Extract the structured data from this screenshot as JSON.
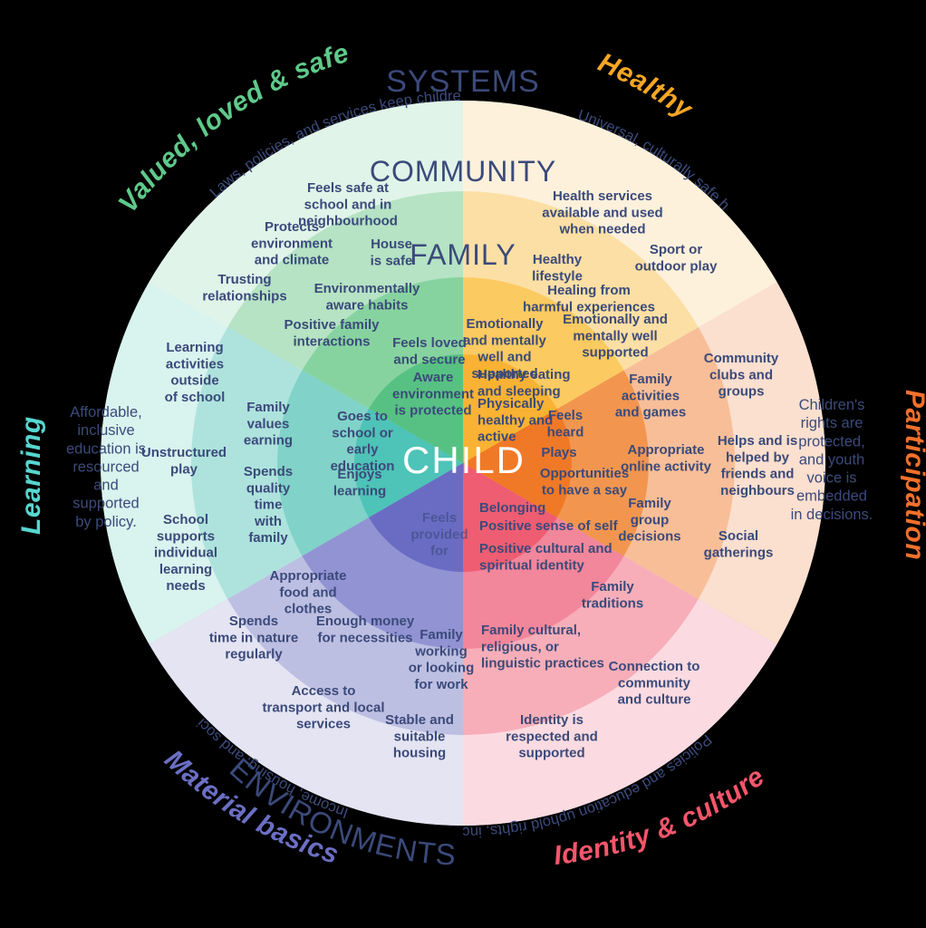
{
  "diagram": {
    "title": "CHILD",
    "center_label": "CHILD",
    "ring_titles": {
      "family": "FAMILY",
      "community": "COMMUNITY",
      "systems": "SYSTEMS",
      "environments": "ENVIRONMENTS"
    },
    "colors": {
      "text_navy": "#3b4a7a",
      "green_tag": "#5fc98a",
      "orange_tag": "#f5a623",
      "teal_tag": "#56d6d0",
      "purple_tag": "#6b6fc4",
      "red_tag": "#f4566b",
      "deep_orange_tag": "#f4702a",
      "center_text": "#ffffff"
    },
    "outer_tags": [
      {
        "name": "valued-loved-safe",
        "text": "Valued, loved & safe",
        "color": "#5fc98a"
      },
      {
        "name": "healthy",
        "text": "Healthy",
        "color": "#f5a623"
      },
      {
        "name": "participation",
        "text": "Participation",
        "color": "#f4702a"
      },
      {
        "name": "identity-culture",
        "text": "Identity & culture",
        "color": "#f4566b"
      },
      {
        "name": "material-basics",
        "text": "Material basics",
        "color": "#6b6fc4"
      },
      {
        "name": "learning",
        "text": "Learning",
        "color": "#56d6d0"
      }
    ],
    "sectors": [
      {
        "id": "valued-loved-safe",
        "tag": "Valued, loved & safe",
        "child": [
          "Feels loved and secure",
          "Aware environment is protected"
        ],
        "family": [
          "Positive family interactions",
          "Environmentally aware habits"
        ],
        "community": [
          "Protects environment and climate",
          "Feels safe at school and in neighbourhood",
          "House is safe",
          "Trusting relationships"
        ],
        "systems": "Laws, policies, and services keep children safe and supported."
      },
      {
        "id": "healthy",
        "tag": "Healthy",
        "child": [
          "Emotionally and mentally well and supported",
          "Healthy eating and sleeping",
          "Physically healthy and active"
        ],
        "family": [
          "Healthy lifestyle",
          "Healing from harmful experiences",
          "Emotionally and mentally well supported"
        ],
        "community": [
          "Health services available and used when needed",
          "Sport or outdoor play"
        ],
        "systems": "Universal, culturally safe health care and safe environments are ensured."
      },
      {
        "id": "participation",
        "tag": "Participation",
        "child": [
          "Feels heard",
          "Plays",
          "Opportunities to have a say"
        ],
        "family": [
          "Family activities and games",
          "Appropriate online activity",
          "Family group decisions"
        ],
        "community": [
          "Community clubs and groups",
          "Helps and is helped by friends and neighbours",
          "Social gatherings"
        ],
        "systems": "Children's rights are protected, and youth voice is embedded in decisions."
      },
      {
        "id": "identity-culture",
        "tag": "Identity & culture",
        "child": [
          "Belonging",
          "Positive sense of self",
          "Positive cultural and spiritual identity"
        ],
        "family": [
          "Family traditions",
          "Family cultural, religious, or linguistic practices"
        ],
        "community": [
          "Connection to community and culture",
          "Identity is respected and supported"
        ],
        "systems": "Policies and education uphold rights, inclusion, and cultural safety."
      },
      {
        "id": "material-basics",
        "tag": "Material basics",
        "child": [
          "Feels provided for"
        ],
        "family": [
          "Appropriate food and clothes",
          "Enough money for necessities",
          "Family working or looking for work"
        ],
        "community": [
          "Spends time in nature regularly",
          "Access to transport and local services",
          "Stable and suitable housing"
        ],
        "systems": "Income, housing, and social protections keep children out of poverty."
      },
      {
        "id": "learning",
        "tag": "Learning",
        "child": [
          "Goes to school or early education",
          "Enjoys learning"
        ],
        "family": [
          "Family values earning",
          "Spends quality time with family"
        ],
        "community": [
          "Learning activities outside of school",
          "Unstructured play",
          "School supports individual learning needs"
        ],
        "systems": "Affordable, inclusive education is resourced and supported by policy."
      }
    ],
    "labels": {
      "feels_safe_school": "Feels safe at\nschool and in\nneighbourhood",
      "protects_env": "Protects\nenvironment\nand climate",
      "house_is_safe": "House\nis safe",
      "trusting": "Trusting\nrelationships",
      "env_aware": "Environmentally\naware habits",
      "positive_family": "Positive family\ninteractions",
      "feels_loved": "Feels loved\nand secure",
      "aware_env": "Aware\nenvironment\nis protected",
      "learning_outside": "Learning\nactivities\noutside\nof school",
      "unstructured_play": "Unstructured\nplay",
      "school_supports": "School\nsupports\nindividual\nlearning\nneeds",
      "family_values": "Family\nvalues\nearning",
      "spends_quality": "Spends\nquality\ntime\nwith\nfamily",
      "goes_to_school": "Goes to\nschool or\nearly\neducation",
      "enjoys_learning": "Enjoys\nlearning",
      "spends_nature": "Spends\ntime in nature\nregularly",
      "appropriate_food": "Appropriate\nfood and\nclothes",
      "enough_money": "Enough money\nfor necessities",
      "family_working": "Family\nworking\nor looking\nfor work",
      "access_transport": "Access to\ntransport and local\nservices",
      "stable_housing": "Stable and\nsuitable\nhousing",
      "feels_provided": "Feels\nprovided\nfor",
      "belonging": "Belonging",
      "positive_sense": "Positive sense of self",
      "positive_cultural": "Positive cultural and\nspiritual identity",
      "family_traditions": "Family\ntraditions",
      "family_cultural": "Family cultural,\nreligious, or\nlinguistic practices",
      "connection_community": "Connection to\ncommunity\nand culture",
      "identity_respected": "Identity is\nrespected and\nsupported",
      "feels_heard": "Feels\nheard",
      "plays": "Plays",
      "opportunities_say": "Opportunities\nto have a say",
      "family_activities": "Family\nactivities\nand games",
      "appropriate_online": "Appropriate\nonline activity",
      "family_group": "Family\ngroup\ndecisions",
      "community_clubs": "Community\nclubs and\ngroups",
      "helps_helped": "Helps and is\nhelped by\nfriends and\nneighbours",
      "social_gatherings": "Social\ngatherings",
      "emotionally_child": "Emotionally\nand mentally\nwell and\nsupported",
      "healthy_eating": "Healthy eating\nand sleeping",
      "physically_healthy": "Physically\nhealthy and\nactive",
      "healthy_lifestyle": "Healthy\nlifestyle",
      "healing_harmful": "Healing from\nharmful experiences",
      "emotionally_family": "Emotionally and\nmentally well\nsupported",
      "health_services": "Health services\navailable and used\nwhen needed",
      "sport_outdoor": "Sport or\noutdoor play",
      "systems_safe": "Laws, policies, and services\nkeep children safe and supported.",
      "systems_health": "Universal, culturally safe health care\nand safe environments are ensured.",
      "systems_participation": "Children's\nrights are\nprotected,\nand youth\nvoice is\nembedded\nin decisions.",
      "systems_identity": "Policies and education uphold rights,\ninclusion, and cultural safety.",
      "systems_material": "Income, housing, and social protections\nkeep children out of poverty.",
      "systems_learning": "Affordable,\ninclusive\neducation is\nresourced\nand\nsupported\nby policy."
    }
  }
}
